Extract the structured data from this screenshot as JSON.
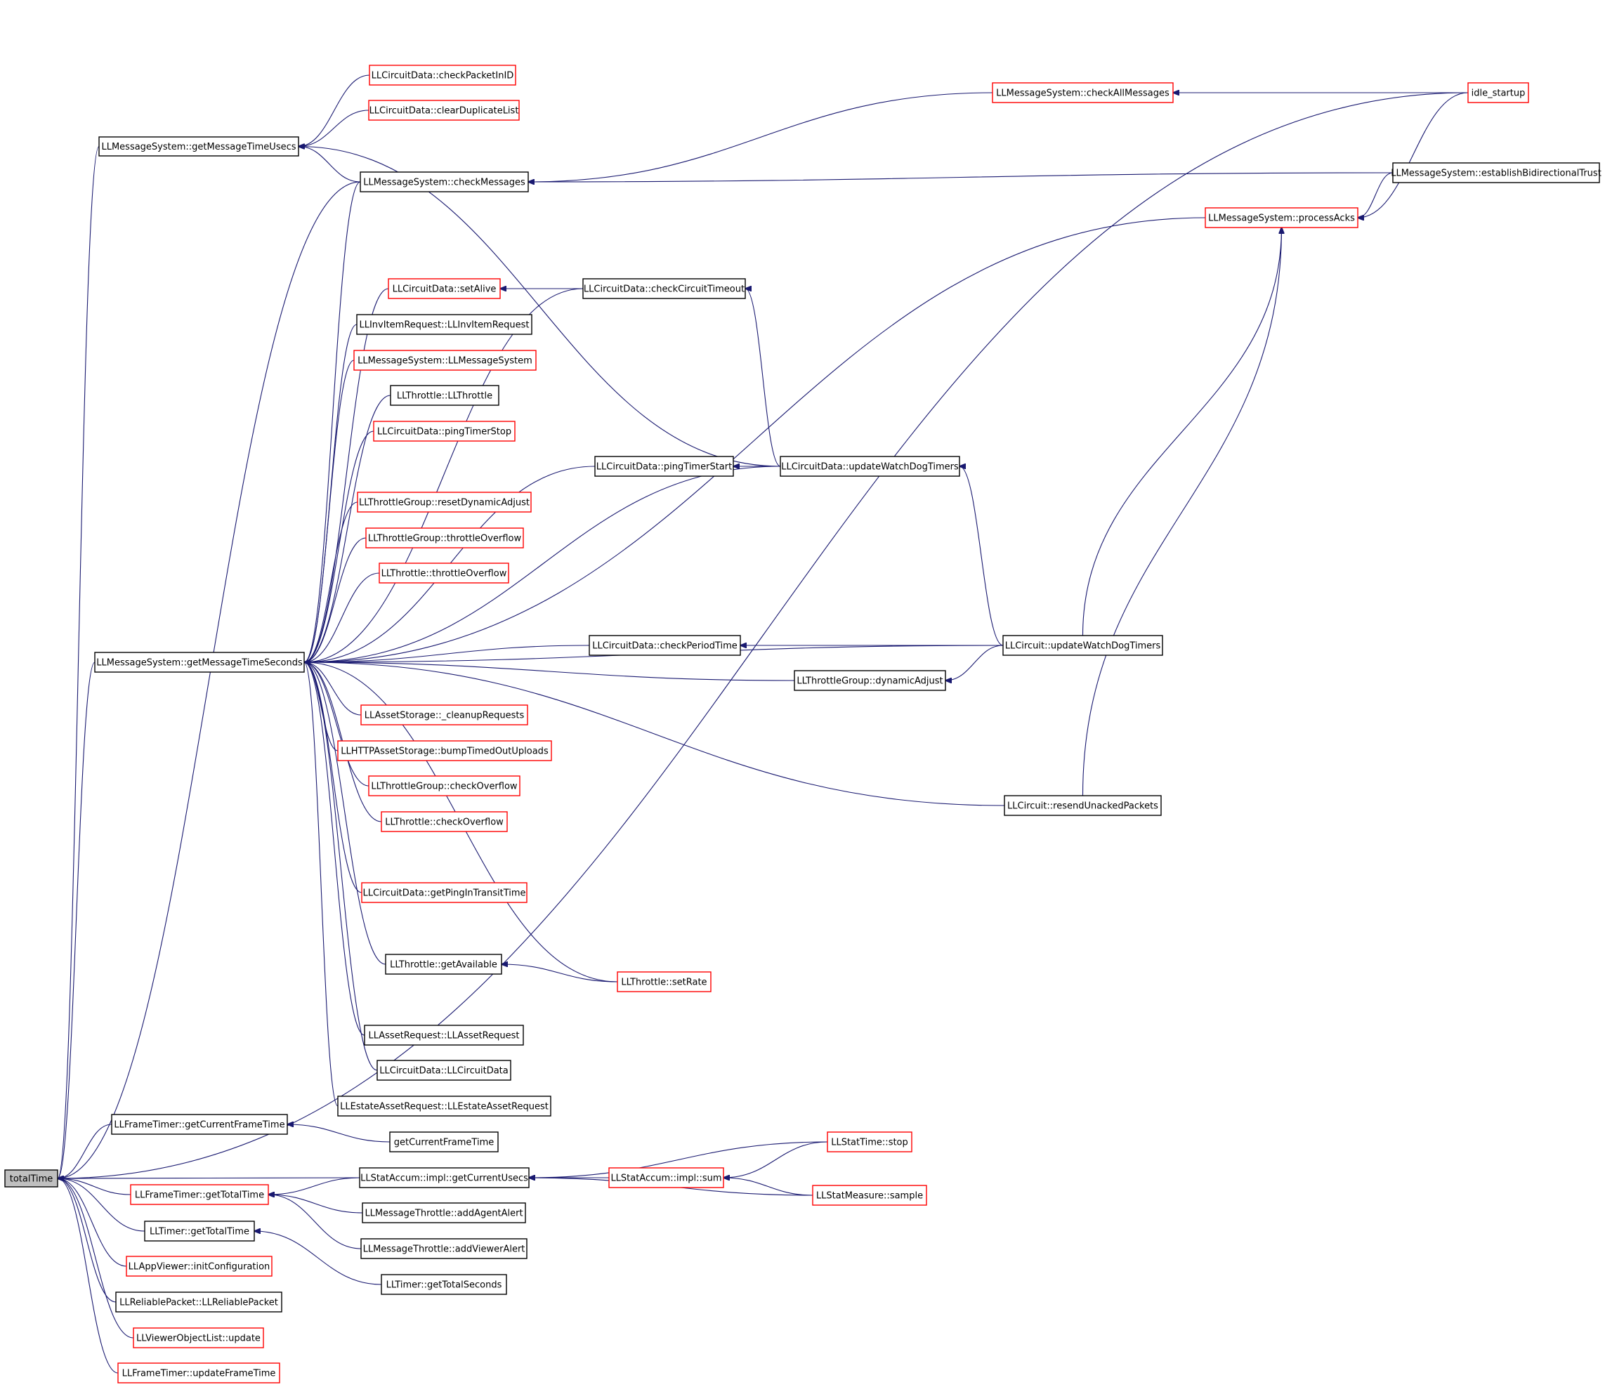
{
  "diagram": {
    "colors": {
      "edge": "#191970",
      "arrowhead": "#191970",
      "node_border_default": "#000000",
      "node_border_truncated": "#ff0000",
      "root_fill": "#bfbfbf",
      "node_fill": "#ffffff"
    },
    "nodes": [
      {
        "id": "totalTime",
        "label": "totalTime",
        "style": "root"
      },
      {
        "id": "getMsgTimeUsecs",
        "label": "LLMessageSystem::getMessageTimeUsecs",
        "style": "black"
      },
      {
        "id": "getMsgTimeSeconds",
        "label": "LLMessageSystem::getMessageTimeSeconds",
        "style": "black"
      },
      {
        "id": "checkPacketInID",
        "label": "LLCircuitData::checkPacketInID",
        "style": "red"
      },
      {
        "id": "clearDuplicateList",
        "label": "LLCircuitData::clearDuplicateList",
        "style": "red"
      },
      {
        "id": "checkMessages",
        "label": "LLMessageSystem::checkMessages",
        "style": "black"
      },
      {
        "id": "checkAllMessages",
        "label": "LLMessageSystem::checkAllMessages",
        "style": "red"
      },
      {
        "id": "idle_startup",
        "label": "idle_startup",
        "style": "red"
      },
      {
        "id": "establishTrust",
        "label": "LLMessageSystem::establishBidirectionalTrust",
        "style": "black"
      },
      {
        "id": "processAcks",
        "label": "LLMessageSystem::processAcks",
        "style": "red"
      },
      {
        "id": "setAlive",
        "label": "LLCircuitData::setAlive",
        "style": "red"
      },
      {
        "id": "checkCircuitTimeout",
        "label": "LLCircuitData::checkCircuitTimeout",
        "style": "black"
      },
      {
        "id": "invItemRequest",
        "label": "LLInvItemRequest::LLInvItemRequest",
        "style": "black"
      },
      {
        "id": "msgSystemCtor",
        "label": "LLMessageSystem::LLMessageSystem",
        "style": "red"
      },
      {
        "id": "throttleCtor",
        "label": "LLThrottle::LLThrottle",
        "style": "black"
      },
      {
        "id": "pingTimerStop",
        "label": "LLCircuitData::pingTimerStop",
        "style": "red"
      },
      {
        "id": "pingTimerStart",
        "label": "LLCircuitData::pingTimerStart",
        "style": "black"
      },
      {
        "id": "cdUpdateWatchDog",
        "label": "LLCircuitData::updateWatchDogTimers",
        "style": "black"
      },
      {
        "id": "resetDynamicAdjust",
        "label": "LLThrottleGroup::resetDynamicAdjust",
        "style": "red"
      },
      {
        "id": "tgThrottleOverflow",
        "label": "LLThrottleGroup::throttleOverflow",
        "style": "red"
      },
      {
        "id": "tThrottleOverflow",
        "label": "LLThrottle::throttleOverflow",
        "style": "red"
      },
      {
        "id": "checkPeriodTime",
        "label": "LLCircuitData::checkPeriodTime",
        "style": "black"
      },
      {
        "id": "cUpdateWatchDog",
        "label": "LLCircuit::updateWatchDogTimers",
        "style": "black"
      },
      {
        "id": "dynamicAdjust",
        "label": "LLThrottleGroup::dynamicAdjust",
        "style": "black"
      },
      {
        "id": "cleanupRequests",
        "label": "LLAssetStorage::_cleanupRequests",
        "style": "red"
      },
      {
        "id": "bumpTimedOut",
        "label": "LLHTTPAssetStorage::bumpTimedOutUploads",
        "style": "red"
      },
      {
        "id": "tgCheckOverflow",
        "label": "LLThrottleGroup::checkOverflow",
        "style": "red"
      },
      {
        "id": "tCheckOverflow",
        "label": "LLThrottle::checkOverflow",
        "style": "red"
      },
      {
        "id": "resendUnacked",
        "label": "LLCircuit::resendUnackedPackets",
        "style": "black"
      },
      {
        "id": "getPingInTransit",
        "label": "LLCircuitData::getPingInTransitTime",
        "style": "red"
      },
      {
        "id": "getAvailable",
        "label": "LLThrottle::getAvailable",
        "style": "black"
      },
      {
        "id": "setRate",
        "label": "LLThrottle::setRate",
        "style": "red"
      },
      {
        "id": "assetRequestCtor",
        "label": "LLAssetRequest::LLAssetRequest",
        "style": "black"
      },
      {
        "id": "circuitDataCtor",
        "label": "LLCircuitData::LLCircuitData",
        "style": "black"
      },
      {
        "id": "estateAssetCtor",
        "label": "LLEstateAssetRequest::LLEstateAssetRequest",
        "style": "black"
      },
      {
        "id": "ftGetCurrentFrameTime",
        "label": "LLFrameTimer::getCurrentFrameTime",
        "style": "black"
      },
      {
        "id": "getCurrentFrameTime",
        "label": "getCurrentFrameTime",
        "style": "black"
      },
      {
        "id": "ftGetTotalTime",
        "label": "LLFrameTimer::getTotalTime",
        "style": "red"
      },
      {
        "id": "getCurrentUsecs",
        "label": "LLStatAccum::impl::getCurrentUsecs",
        "style": "black"
      },
      {
        "id": "statSum",
        "label": "LLStatAccum::impl::sum",
        "style": "red"
      },
      {
        "id": "statTimeStop",
        "label": "LLStatTime::stop",
        "style": "red"
      },
      {
        "id": "statSample",
        "label": "LLStatMeasure::sample",
        "style": "red"
      },
      {
        "id": "addAgentAlert",
        "label": "LLMessageThrottle::addAgentAlert",
        "style": "black"
      },
      {
        "id": "addViewerAlert",
        "label": "LLMessageThrottle::addViewerAlert",
        "style": "black"
      },
      {
        "id": "timerGetTotalTime",
        "label": "LLTimer::getTotalTime",
        "style": "black"
      },
      {
        "id": "timerGetTotalSeconds",
        "label": "LLTimer::getTotalSeconds",
        "style": "black"
      },
      {
        "id": "initConfiguration",
        "label": "LLAppViewer::initConfiguration",
        "style": "red"
      },
      {
        "id": "reliablePacketCtor",
        "label": "LLReliablePacket::LLReliablePacket",
        "style": "black"
      },
      {
        "id": "viewerObjectListUpdate",
        "label": "LLViewerObjectList::update",
        "style": "red"
      },
      {
        "id": "updateFrameTime",
        "label": "LLFrameTimer::updateFrameTime",
        "style": "red"
      }
    ],
    "edges": [
      {
        "from": "idle_startup",
        "to": "totalTime"
      },
      {
        "from": "getMsgTimeUsecs",
        "to": "totalTime"
      },
      {
        "from": "getMsgTimeSeconds",
        "to": "totalTime"
      },
      {
        "from": "ftGetCurrentFrameTime",
        "to": "totalTime"
      },
      {
        "from": "ftGetTotalTime",
        "to": "totalTime"
      },
      {
        "from": "getCurrentUsecs",
        "to": "totalTime"
      },
      {
        "from": "timerGetTotalTime",
        "to": "totalTime"
      },
      {
        "from": "initConfiguration",
        "to": "totalTime"
      },
      {
        "from": "reliablePacketCtor",
        "to": "totalTime"
      },
      {
        "from": "viewerObjectListUpdate",
        "to": "totalTime"
      },
      {
        "from": "updateFrameTime",
        "to": "totalTime"
      },
      {
        "from": "checkMessages",
        "to": "totalTime"
      },
      {
        "from": "checkPacketInID",
        "to": "getMsgTimeUsecs"
      },
      {
        "from": "clearDuplicateList",
        "to": "getMsgTimeUsecs"
      },
      {
        "from": "checkMessages",
        "to": "getMsgTimeUsecs"
      },
      {
        "from": "cdUpdateWatchDog",
        "to": "getMsgTimeUsecs"
      },
      {
        "from": "checkAllMessages",
        "to": "checkMessages"
      },
      {
        "from": "establishTrust",
        "to": "checkMessages"
      },
      {
        "from": "idle_startup",
        "to": "checkAllMessages"
      },
      {
        "from": "idle_startup",
        "to": "processAcks"
      },
      {
        "from": "establishTrust",
        "to": "processAcks"
      },
      {
        "from": "checkCircuitTimeout",
        "to": "setAlive"
      },
      {
        "from": "cdUpdateWatchDog",
        "to": "checkCircuitTimeout"
      },
      {
        "from": "cdUpdateWatchDog",
        "to": "pingTimerStart"
      },
      {
        "from": "cUpdateWatchDog",
        "to": "cdUpdateWatchDog"
      },
      {
        "from": "cUpdateWatchDog",
        "to": "processAcks"
      },
      {
        "from": "resendUnacked",
        "to": "processAcks"
      },
      {
        "from": "cUpdateWatchDog",
        "to": "checkPeriodTime"
      },
      {
        "from": "cUpdateWatchDog",
        "to": "dynamicAdjust"
      },
      {
        "from": "setRate",
        "to": "getAvailable"
      },
      {
        "from": "getCurrentFrameTime",
        "to": "ftGetCurrentFrameTime"
      },
      {
        "from": "getCurrentUsecs",
        "to": "ftGetTotalTime"
      },
      {
        "from": "addAgentAlert",
        "to": "ftGetTotalTime"
      },
      {
        "from": "addViewerAlert",
        "to": "ftGetTotalTime"
      },
      {
        "from": "statSum",
        "to": "getCurrentUsecs"
      },
      {
        "from": "statTimeStop",
        "to": "getCurrentUsecs"
      },
      {
        "from": "statSample",
        "to": "getCurrentUsecs"
      },
      {
        "from": "statTimeStop",
        "to": "statSum"
      },
      {
        "from": "statSample",
        "to": "statSum"
      },
      {
        "from": "timerGetTotalSeconds",
        "to": "timerGetTotalTime"
      },
      {
        "from": "checkMessages",
        "to": "getMsgTimeSeconds"
      },
      {
        "from": "processAcks",
        "to": "getMsgTimeSeconds"
      },
      {
        "from": "checkCircuitTimeout",
        "to": "getMsgTimeSeconds"
      },
      {
        "from": "setAlive",
        "to": "getMsgTimeSeconds"
      },
      {
        "from": "invItemRequest",
        "to": "getMsgTimeSeconds"
      },
      {
        "from": "msgSystemCtor",
        "to": "getMsgTimeSeconds"
      },
      {
        "from": "throttleCtor",
        "to": "getMsgTimeSeconds"
      },
      {
        "from": "pingTimerStop",
        "to": "getMsgTimeSeconds"
      },
      {
        "from": "pingTimerStart",
        "to": "getMsgTimeSeconds"
      },
      {
        "from": "resetDynamicAdjust",
        "to": "getMsgTimeSeconds"
      },
      {
        "from": "tgThrottleOverflow",
        "to": "getMsgTimeSeconds"
      },
      {
        "from": "tThrottleOverflow",
        "to": "getMsgTimeSeconds"
      },
      {
        "from": "cdUpdateWatchDog",
        "to": "getMsgTimeSeconds"
      },
      {
        "from": "checkPeriodTime",
        "to": "getMsgTimeSeconds"
      },
      {
        "from": "dynamicAdjust",
        "to": "getMsgTimeSeconds"
      },
      {
        "from": "cleanupRequests",
        "to": "getMsgTimeSeconds"
      },
      {
        "from": "bumpTimedOut",
        "to": "getMsgTimeSeconds"
      },
      {
        "from": "tgCheckOverflow",
        "to": "getMsgTimeSeconds"
      },
      {
        "from": "tCheckOverflow",
        "to": "getMsgTimeSeconds"
      },
      {
        "from": "cUpdateWatchDog",
        "to": "getMsgTimeSeconds"
      },
      {
        "from": "getPingInTransit",
        "to": "getMsgTimeSeconds"
      },
      {
        "from": "resendUnacked",
        "to": "getMsgTimeSeconds"
      },
      {
        "from": "getAvailable",
        "to": "getMsgTimeSeconds"
      },
      {
        "from": "setRate",
        "to": "getMsgTimeSeconds"
      },
      {
        "from": "assetRequestCtor",
        "to": "getMsgTimeSeconds"
      },
      {
        "from": "circuitDataCtor",
        "to": "getMsgTimeSeconds"
      },
      {
        "from": "estateAssetCtor",
        "to": "getMsgTimeSeconds"
      }
    ]
  }
}
